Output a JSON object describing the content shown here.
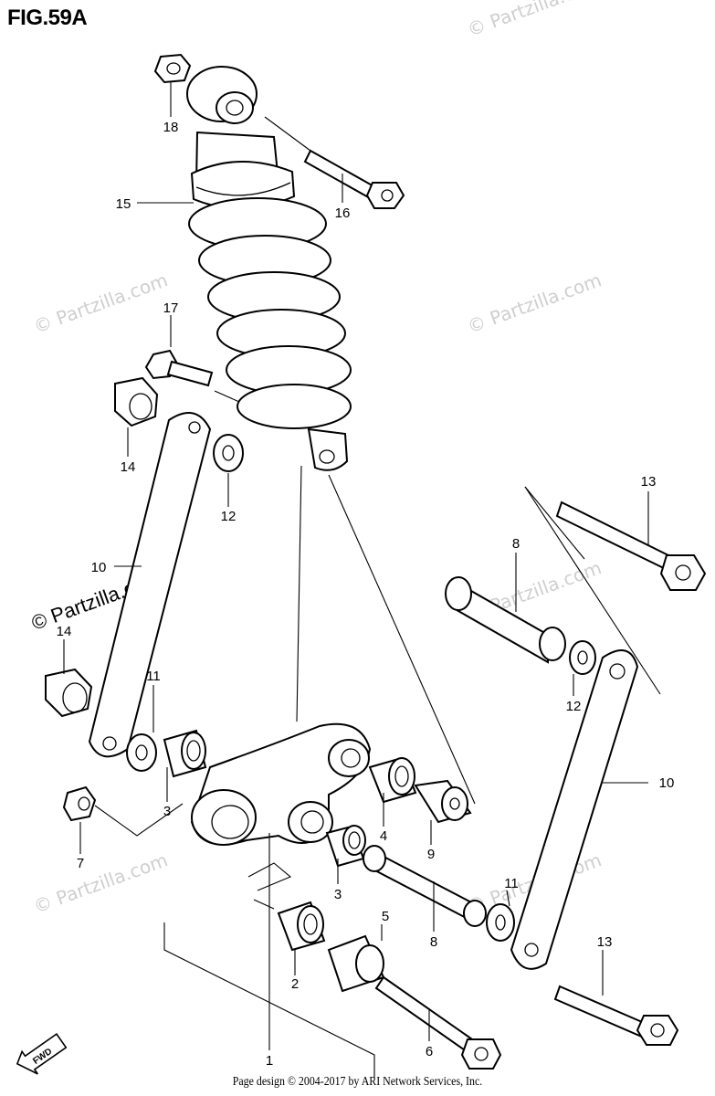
{
  "title": "FIG.59A",
  "footer": "Page design © 2004-2017 by ARI Network Services, Inc.",
  "watermark": "© Partzilla.com",
  "fwd_label": "FWD",
  "callouts": {
    "c1": "1",
    "c2": "2",
    "c3a": "3",
    "c3b": "3",
    "c4": "4",
    "c5": "5",
    "c6": "6",
    "c7": "7",
    "c8a": "8",
    "c8b": "8",
    "c9": "9",
    "c10a": "10",
    "c10b": "10",
    "c11a": "11",
    "c11b": "11",
    "c12a": "12",
    "c12b": "12",
    "c13a": "13",
    "c13b": "13",
    "c14a": "14",
    "c14b": "14",
    "c15": "15",
    "c16": "16",
    "c17": "17",
    "c18": "18"
  }
}
